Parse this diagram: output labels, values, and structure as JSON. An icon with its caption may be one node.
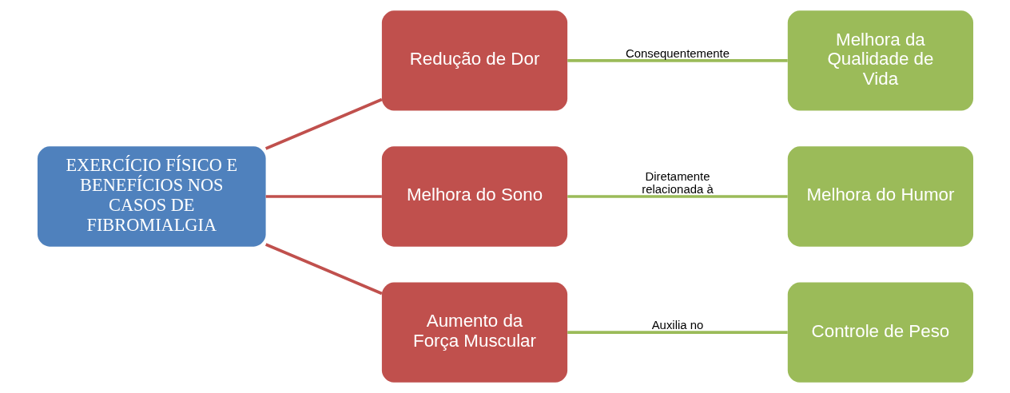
{
  "diagram": {
    "nodes": [
      {
        "text": [
          "EXERCÍCIO FÍSICO E BENEFÍCIOS NOS CASOS DE FIBROMIALGIA"
        ]
      },
      {
        "text": [
          "Redução de Dor"
        ]
      },
      {
        "text": [
          "Melhora do Sono"
        ]
      },
      {
        "text": [
          "Aumento da Força Muscular"
        ]
      },
      {
        "text": [
          "Melhora da Qualidade de Vida"
        ]
      },
      {
        "text": [
          "Melhora do Humor"
        ]
      },
      {
        "text": [
          "Controle de Peso"
        ]
      }
    ],
    "edges": [
      {
        "from": 0,
        "to": 1,
        "arrow": "none",
        "color": "#c0504d"
      },
      {
        "from": 0,
        "to": 2,
        "arrow": "none",
        "color": "#c0504d"
      },
      {
        "from": 0,
        "to": 3,
        "arrow": "none",
        "color": "#c0504d"
      },
      {
        "from": 1,
        "to": 4,
        "arrow": "none",
        "label": "Consequentemente",
        "color": "#9bbb59"
      },
      {
        "from": 2,
        "to": 5,
        "arrow": "none",
        "label": "Diretamente relacionada à",
        "color": "#9bbb59"
      },
      {
        "from": 3,
        "to": 6,
        "arrow": "none",
        "label": "Auxilia no",
        "color": "#9bbb59"
      }
    ]
  }
}
